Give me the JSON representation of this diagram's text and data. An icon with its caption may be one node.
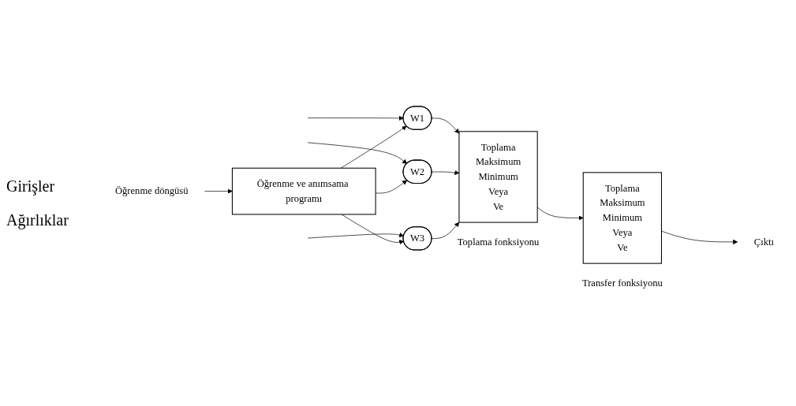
{
  "diagram": {
    "nodes": [
      {
        "text": [
          "W1"
        ]
      },
      {
        "text": [
          "W2"
        ]
      },
      {
        "text": [
          "W3"
        ]
      },
      {
        "text": [
          "Toplama",
          "Maksimum",
          "Minimum",
          "Veya",
          "Ve"
        ],
        "beside": [
          "Toplama fonksiyonu"
        ]
      },
      {
        "text": [
          "Toplama",
          "Maksimum",
          "Minimum",
          "Veya",
          "Ve"
        ],
        "beside": [
          "Transfer fonksiyonu"
        ]
      },
      {
        "text": [
          "Öğrenme ve anımsama programı"
        ]
      },
      {
        "text": [
          "Çıktı"
        ]
      },
      {
        "text": [
          "Öğrenme döngüsü"
        ]
      }
    ],
    "edges": [
      {
        "from": null,
        "to": 0,
        "arrow": "to"
      },
      {
        "from": null,
        "to": 1,
        "arrow": "to"
      },
      {
        "from": null,
        "to": 2,
        "arrow": "to"
      },
      {
        "from": 0,
        "to": 3,
        "arrow": "to"
      },
      {
        "from": 1,
        "to": 3,
        "arrow": "to"
      },
      {
        "from": 2,
        "to": 3,
        "arrow": "to"
      },
      {
        "from": 3,
        "to": 4,
        "arrow": "to"
      },
      {
        "from": 4,
        "to": 6,
        "arrow": "to"
      },
      {
        "from": 7,
        "to": 5,
        "arrow": "to"
      },
      {
        "from": 5,
        "to": 0,
        "arrow": "to"
      },
      {
        "from": 5,
        "to": 1,
        "arrow": "to"
      },
      {
        "from": 5,
        "to": 2,
        "arrow": "to"
      }
    ],
    "labels": [
      "Girişler",
      "Ağırlıklar"
    ]
  }
}
